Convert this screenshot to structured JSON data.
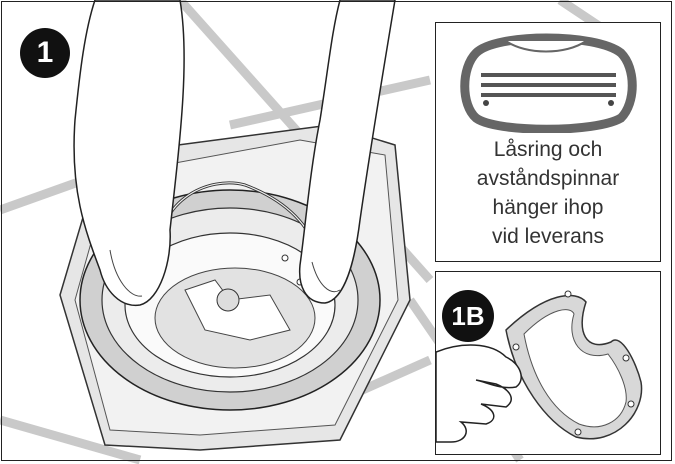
{
  "step_badge": "1",
  "inset_badge": "1B",
  "caption_lines": [
    "Låsring och",
    "avståndspinnar",
    "hänger ihop",
    "vid leverans"
  ]
}
